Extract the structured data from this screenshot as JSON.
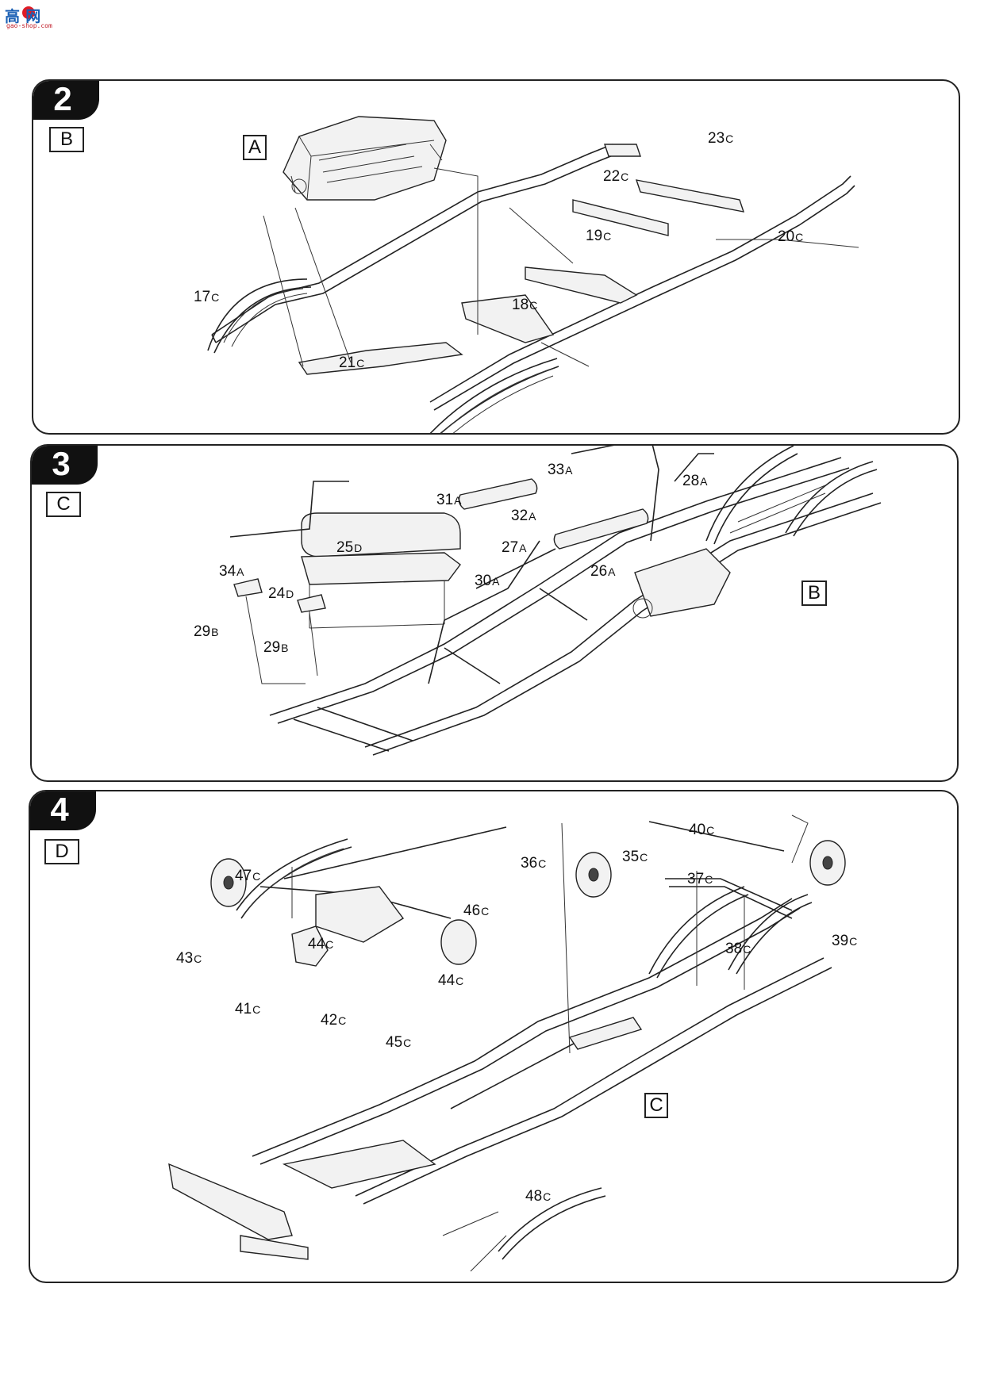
{
  "logo": {
    "main": "高 网",
    "sub": "gao-shop.com"
  },
  "steps": [
    {
      "number": "2",
      "ref_boxes": [
        "B",
        "A"
      ],
      "parts": [
        {
          "num": "23",
          "sfx": "C"
        },
        {
          "num": "22",
          "sfx": "C"
        },
        {
          "num": "19",
          "sfx": "C"
        },
        {
          "num": "20",
          "sfx": "C"
        },
        {
          "num": "17",
          "sfx": "C"
        },
        {
          "num": "18",
          "sfx": "C"
        },
        {
          "num": "21",
          "sfx": "C"
        }
      ]
    },
    {
      "number": "3",
      "ref_boxes": [
        "C",
        "B"
      ],
      "parts": [
        {
          "num": "33",
          "sfx": "A"
        },
        {
          "num": "28",
          "sfx": "A"
        },
        {
          "num": "31",
          "sfx": "A"
        },
        {
          "num": "32",
          "sfx": "A"
        },
        {
          "num": "27",
          "sfx": "A"
        },
        {
          "num": "25",
          "sfx": "D"
        },
        {
          "num": "34",
          "sfx": "A"
        },
        {
          "num": "30",
          "sfx": "A"
        },
        {
          "num": "26",
          "sfx": "A"
        },
        {
          "num": "24",
          "sfx": "D"
        },
        {
          "num": "29",
          "sfx": "B"
        },
        {
          "num": "29",
          "sfx": "B"
        }
      ]
    },
    {
      "number": "4",
      "ref_boxes": [
        "D",
        "C"
      ],
      "parts": [
        {
          "num": "40",
          "sfx": "C"
        },
        {
          "num": "35",
          "sfx": "C"
        },
        {
          "num": "36",
          "sfx": "C"
        },
        {
          "num": "37",
          "sfx": "C"
        },
        {
          "num": "47",
          "sfx": "C"
        },
        {
          "num": "46",
          "sfx": "C"
        },
        {
          "num": "44",
          "sfx": "C"
        },
        {
          "num": "39",
          "sfx": "C"
        },
        {
          "num": "38",
          "sfx": "C"
        },
        {
          "num": "43",
          "sfx": "C"
        },
        {
          "num": "44",
          "sfx": "C"
        },
        {
          "num": "41",
          "sfx": "C"
        },
        {
          "num": "42",
          "sfx": "C"
        },
        {
          "num": "45",
          "sfx": "C"
        },
        {
          "num": "48",
          "sfx": "C"
        }
      ]
    }
  ]
}
